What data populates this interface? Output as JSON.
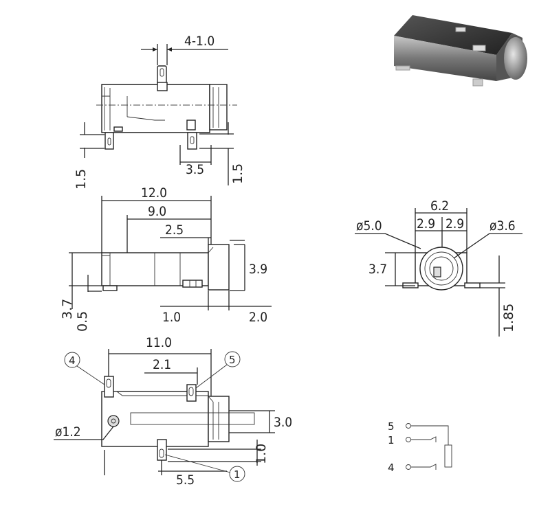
{
  "top_view": {
    "pin_spacing": "4-1.0",
    "dim_left": "1.5",
    "dim_mid": "3.5",
    "dim_right": "1.5"
  },
  "side_view": {
    "length": "12.0",
    "length_inner": "9.0",
    "offset": "2.5",
    "height_right": "3.9",
    "height_left": "3.7",
    "base": "0.5",
    "front_left": "1.0",
    "front_right": "2.0"
  },
  "bottom_view": {
    "length": "11.0",
    "pitch": "2.1",
    "hole": "ø1.2",
    "pin_offset": "5.5",
    "pin_y": "1.0",
    "plug_height": "3.0",
    "pin_labels": [
      "4",
      "5",
      "1"
    ]
  },
  "front_view": {
    "width": "6.2",
    "half_left": "2.9",
    "half_right": "2.9",
    "outer_dia": "ø5.0",
    "inner_dia": "ø3.6",
    "height": "3.7",
    "base_height": "1.85"
  },
  "schematic": {
    "terminals": [
      "5",
      "1",
      "4"
    ]
  }
}
